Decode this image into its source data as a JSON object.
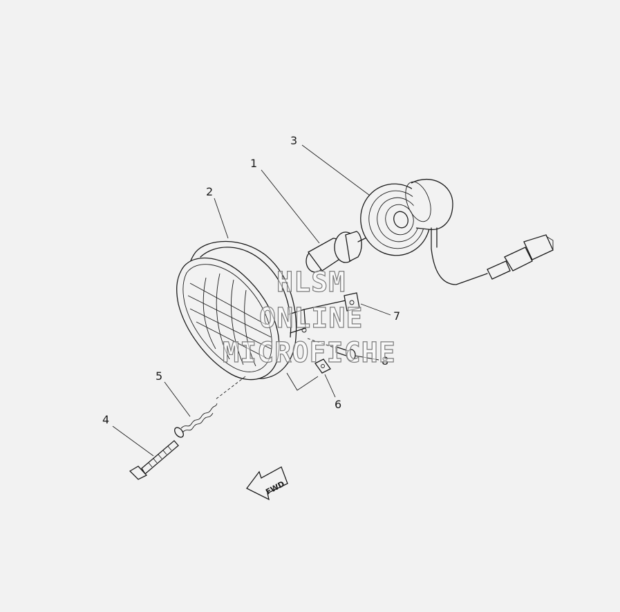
{
  "diagram": {
    "callouts": [
      "1",
      "2",
      "3",
      "4",
      "5",
      "6",
      "7",
      "8"
    ],
    "direction_label": "FWD"
  },
  "watermark": {
    "line1": "HLSM",
    "line2": "ONLINE",
    "line3": "MICROFICHE"
  }
}
